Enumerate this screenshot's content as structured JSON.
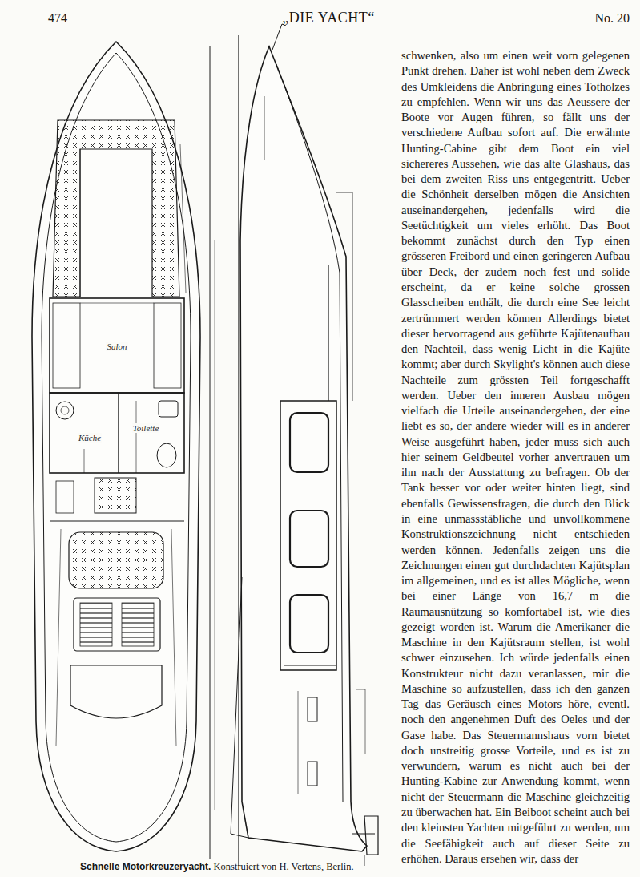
{
  "diagram": {
    "title": "„DIE YACHT“",
    "caption": "Schnelle Motorkreuzeryacht. Konstruiert von H. Vertens, Berlin.",
    "labels": [
      "474",
      "No. 20",
      "schwenken, also um einen weit vorn gelegenen Punkt drehen. Daher ist wohl neben dem Zweck des Umkleidens die Anbringung eines Totholzes zu empfehlen. Wenn wir uns das Aeussere der Boote vor Augen führen, so fällt uns der verschiedene Aufbau sofort auf. Die erwähnte Hunting-Cabine gibt dem Boot ein viel sichereres Aussehen, wie das alte Glashaus, das bei dem zweiten Riss uns entgegentritt. Ueber die Schönheit derselben mögen die Ansichten auseinandergehen, jedenfalls wird die Seetüchtigkeit um vieles erhöht. Das Boot bekommt zunächst durch den Typ einen grösseren Freibord und einen geringeren Aufbau über Deck, der zudem noch fest und solide erscheint, da er keine solche grossen Glasscheiben enthält, die durch eine See leicht zertrümmert werden können Allerdings bietet dieser hervorragend aus geführte Kajütenaufbau den Nachteil, dass wenig Licht in die Kajüte kommt; aber durch Skylight's können auch diese Nachteile zum grössten Teil fortgeschafft werden. Ueber den inneren Ausbau mögen vielfach die Urteile auseinandergehen, der eine liebt es so, der andere wieder will es in anderer Weise ausgeführt haben, jeder muss sich auch hier seinem Geldbeutel vorher anvertrauen um ihn nach der Ausstattung zu befragen. Ob der Tank besser vor oder weiter hinten liegt, sind ebenfalls Gewissensfragen, die durch den Blick in eine unmassstäbliche und unvollkommene Konstruktionszeichnung nicht entschieden werden können. Jedenfalls zeigen uns die Zeichnungen einen gut durchdachten Kajütsplan im allgemeinen, und es ist alles Mögliche, wenn bei einer Länge von 16,7 m die Raumausnützung so komfortabel ist, wie dies gezeigt worden ist. Warum die Amerikaner die Maschine in den Kajütsraum stellen, ist wohl schwer einzusehen. Ich würde jedenfalls einen Konstrukteur nicht dazu veranlassen, mir die Maschine so aufzustellen, dass ich den ganzen Tag das Geräusch eines Motors höre, eventl. noch den angenehmen Duft des Oeles und der Gase habe. Das Steuermannshaus vorn bietet doch unstreitig grosse Vorteile, und es ist zu verwundern, warum es nicht auch bei der Hunting-Kabine zur Anwendung kommt, wenn nicht der Steuermann die Maschine gleichzeitig zu überwachen hat. Ein Beiboot scheint auch bei den kleinsten Yachten mitgeführt zu werden, um die Seefähigkeit auch auf dieser Seite zu erhöhen. Daraus ersehen wir, dass der",
      "Salon",
      "Küche",
      "Toilette"
    ]
  }
}
